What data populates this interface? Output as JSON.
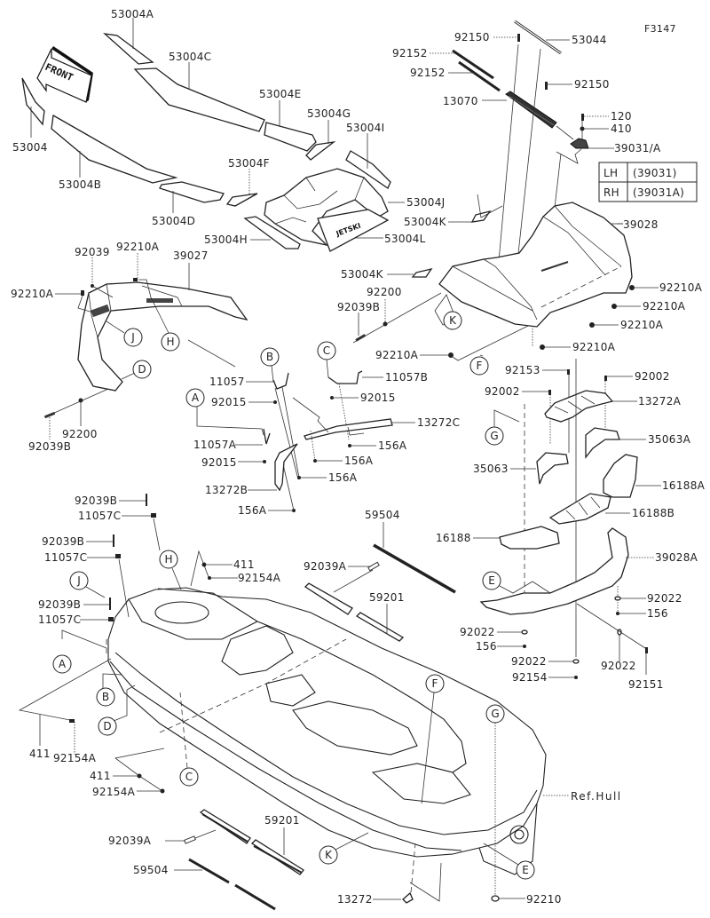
{
  "figure_id": "F3147",
  "front_arrow": "FRONT",
  "side_table": {
    "rows": [
      {
        "side": "LH",
        "part": "(39031)"
      },
      {
        "side": "RH",
        "part": "(39031A)"
      }
    ]
  },
  "labels": {
    "l53004A": "53004A",
    "l53004C": "53004C",
    "l53004E": "53004E",
    "l53004G": "53004G",
    "l53004I": "53004I",
    "l53004": "53004",
    "l53004B": "53004B",
    "l53004D": "53004D",
    "l53004F": "53004F",
    "l53004J": "53004J",
    "l53004K_1": "53004K",
    "l53004K_2": "53004K",
    "l53004H": "53004H",
    "l53004L": "53004L",
    "l92150_1": "92150",
    "l92150_2": "92150",
    "l53044": "53044",
    "l92152_1": "92152",
    "l92152_2": "92152",
    "l13070": "13070",
    "l120": "120",
    "l410": "410",
    "l39031A": "39031/A",
    "l39028": "39028",
    "l92039": "92039",
    "l92210A_top": "92210A",
    "l39027": "39027",
    "l92210A_left": "92210A",
    "l92200_left": "92200",
    "l92039B_left": "92039B",
    "l92200_mid": "92200",
    "l92039B_mid": "92039B",
    "l92210A_mid": "92210A",
    "l92210A_r1": "92210A",
    "l92210A_r2": "92210A",
    "l92210A_r3": "92210A",
    "l92210A_r4": "92210A",
    "l11057": "11057",
    "l92015_1": "92015",
    "l11057A": "11057A",
    "l92015_2": "92015",
    "l13272B": "13272B",
    "l156A_1": "156A",
    "l156A_2": "156A",
    "l156A_3": "156A",
    "l156A_4": "156A",
    "l11057B": "11057B",
    "l92015_3": "92015",
    "l13272C": "13272C",
    "l92153": "92153",
    "l92002_1": "92002",
    "l92002_2": "92002",
    "l13272A": "13272A",
    "l35063A": "35063A",
    "l35063": "35063",
    "l16188A": "16188A",
    "l16188B": "16188B",
    "l16188": "16188",
    "l39028A": "39028A",
    "l92022_1": "92022",
    "l156_1": "156",
    "l92022_2": "92022",
    "l156_2": "156",
    "l92022_3": "92022",
    "l92154": "92154",
    "l92022_4": "92022",
    "l92151": "92151",
    "l59504_top": "59504",
    "l92039A_top": "92039A",
    "l59201_top": "59201",
    "l92039B_h1": "92039B",
    "l11057C_1": "11057C",
    "l92039B_h2": "92039B",
    "l11057C_2": "11057C",
    "l92039B_h3": "92039B",
    "l11057C_3": "11057C",
    "l411_1": "411",
    "l92154A_1": "92154A",
    "l411_2": "411",
    "l92154A_2": "92154A",
    "l411_3": "411",
    "l92154A_3": "92154A",
    "l92039A_bot": "92039A",
    "l59201_bot": "59201",
    "l59504_bot": "59504",
    "l13272": "13272",
    "l92210": "92210",
    "lRefHull": "Ref.Hull"
  },
  "callouts": {
    "A1": "A",
    "A2": "A",
    "B1": "B",
    "B2": "B",
    "C1": "C",
    "C2": "C",
    "D1": "D",
    "D2": "D",
    "E1": "E",
    "E2": "E",
    "F1": "F",
    "F2": "F",
    "G1": "G",
    "G2": "G",
    "H1": "H",
    "H2": "H",
    "J1": "J",
    "J2": "J",
    "K1": "K",
    "K2": "K"
  }
}
